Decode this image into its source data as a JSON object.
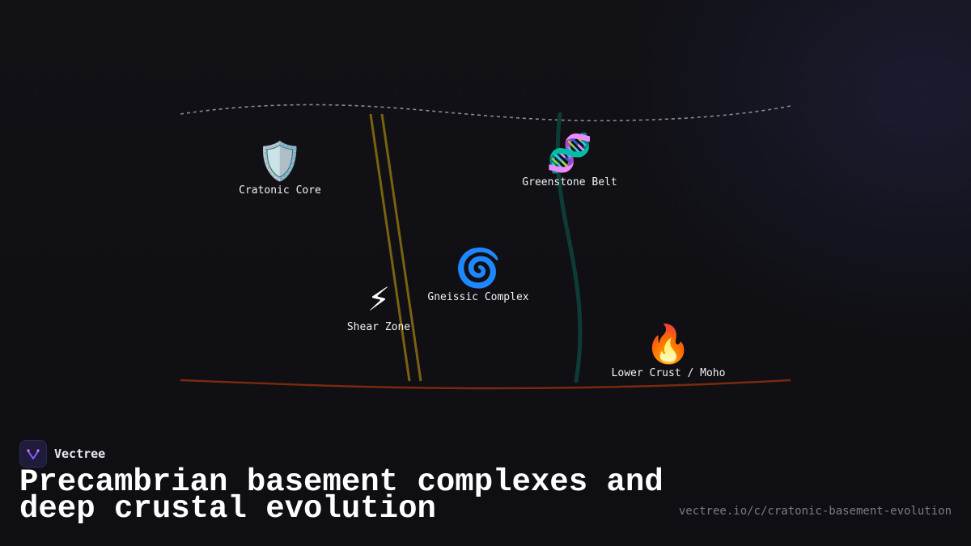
{
  "brand": {
    "name": "Vectree",
    "logo_icon": "vectree-logo-icon"
  },
  "title": "Precambrian basement complexes and deep crustal evolution",
  "url": "vectree.io/c/cratonic-basement-evolution",
  "colors": {
    "background": "#111116",
    "upper_boundary": "#8a8a92",
    "shear_zone": "#7a6210",
    "greenstone_line": "#0f3b36",
    "moho_line": "#7a2a0e"
  },
  "nodes": [
    {
      "id": "cratonic-core",
      "label": "Cratonic Core",
      "icon": "shield-icon",
      "glyph": "🛡️"
    },
    {
      "id": "greenstone-belt",
      "label": "Greenstone Belt",
      "icon": "dna-icon",
      "glyph": "🧬"
    },
    {
      "id": "gneissic-complex",
      "label": "Gneissic Complex",
      "icon": "spiral-icon",
      "glyph": "🌀"
    },
    {
      "id": "shear-zone",
      "label": "Shear Zone",
      "icon": "lightning-icon",
      "glyph": "⚡"
    },
    {
      "id": "lower-crust-moho",
      "label": "Lower Crust / Moho",
      "icon": "fire-icon",
      "glyph": "🔥"
    }
  ]
}
